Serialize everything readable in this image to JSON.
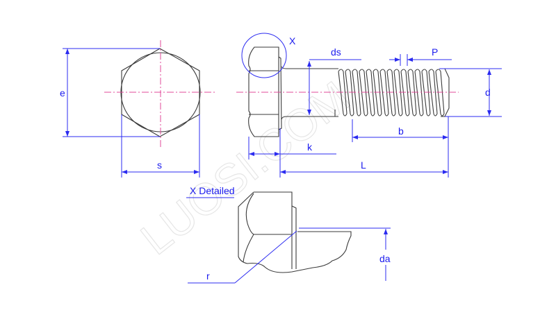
{
  "watermark": "LUOSI.COM",
  "colors": {
    "outline": "#3a3a3a",
    "dimension": "#2b2bf0",
    "centerline": "#e04a9a"
  },
  "labels": {
    "e": "e",
    "s": "s",
    "X": "X",
    "ds": "ds",
    "P": "P",
    "d": "d",
    "b": "b",
    "k": "k",
    "L": "L",
    "detail_title": "X Detailed",
    "r": "r",
    "da": "da"
  }
}
